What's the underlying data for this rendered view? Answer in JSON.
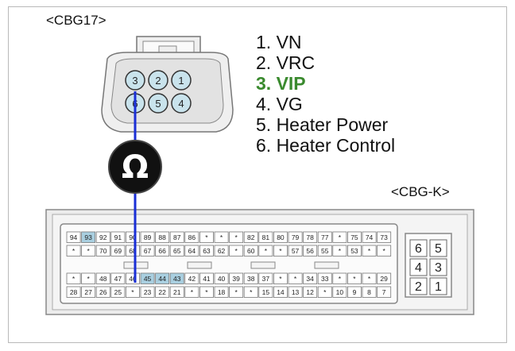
{
  "connector_top": {
    "label": "<CBG17>",
    "pins": [
      "3",
      "2",
      "1",
      "6",
      "5",
      "4"
    ]
  },
  "legend": [
    {
      "text": "1. VN",
      "highlight": false
    },
    {
      "text": "2. VRC",
      "highlight": false
    },
    {
      "text": "3. VIP",
      "highlight": true
    },
    {
      "text": "4. VG",
      "highlight": false
    },
    {
      "text": "5. Heater Power",
      "highlight": false
    },
    {
      "text": "6. Heater Control",
      "highlight": false
    }
  ],
  "meter_symbol": "Ω",
  "connector_bottom": {
    "label": "<CBG-K>",
    "row1": [
      "94",
      "93",
      "92",
      "91",
      "90",
      "89",
      "88",
      "87",
      "86",
      "*",
      "*",
      "*",
      "82",
      "81",
      "80",
      "79",
      "78",
      "77",
      "*",
      "75",
      "74",
      "73"
    ],
    "row2": [
      "*",
      "*",
      "70",
      "69",
      "68",
      "67",
      "66",
      "65",
      "64",
      "63",
      "62",
      "*",
      "60",
      "*",
      "*",
      "57",
      "56",
      "55",
      "*",
      "53",
      "*",
      "*"
    ],
    "row3": [
      "*",
      "*",
      "48",
      "47",
      "46",
      "45",
      "44",
      "43",
      "42",
      "41",
      "40",
      "39",
      "38",
      "37",
      "*",
      "*",
      "34",
      "33",
      "*",
      "*",
      "*",
      "29"
    ],
    "row4": [
      "28",
      "27",
      "26",
      "25",
      "*",
      "23",
      "22",
      "21",
      "*",
      "*",
      "18",
      "*",
      "*",
      "15",
      "14",
      "13",
      "12",
      "*",
      "10",
      "9",
      "8",
      "7"
    ],
    "side_pins": [
      "6",
      "5",
      "4",
      "3",
      "2",
      "1"
    ]
  },
  "colors": {
    "probe_wire": "#1a2fd6",
    "highlight_text": "#3a8a2e",
    "pin_fill": "#c9e3ec",
    "connector_gray": "#e8e8e8",
    "highlight_pin": "#a9cfe0"
  }
}
